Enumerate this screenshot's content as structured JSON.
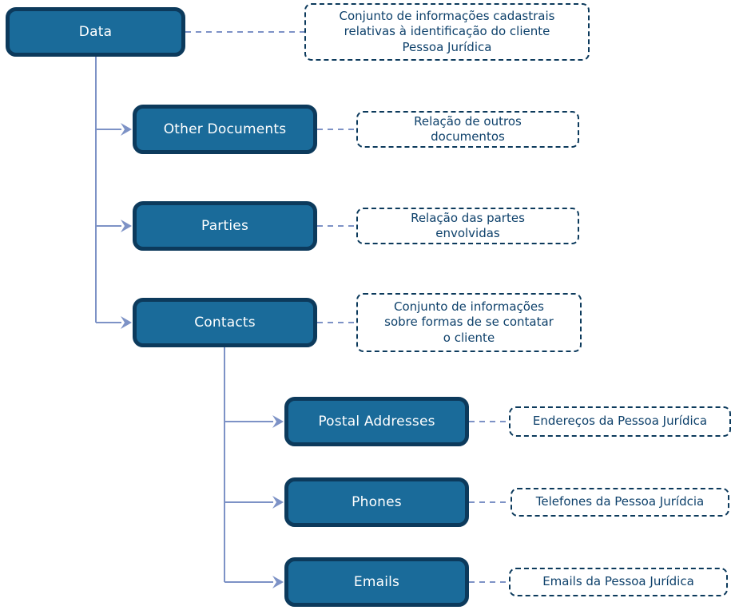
{
  "diagram": {
    "title": "Pessoa Jurídica data dictionary tree",
    "colors": {
      "node_fill": "#1a6b9a",
      "node_border": "#0c3a5c",
      "node_text": "#ffffff",
      "annotation_border": "#0c3a5c",
      "annotation_text": "#0e416b",
      "connector": "#7d92c6",
      "background": "#ffffff"
    },
    "nodes": [
      {
        "id": "data",
        "label": "Data",
        "parent": null
      },
      {
        "id": "other-documents",
        "label": "Other Documents",
        "parent": "data"
      },
      {
        "id": "parties",
        "label": "Parties",
        "parent": "data"
      },
      {
        "id": "contacts",
        "label": "Contacts",
        "parent": "data"
      },
      {
        "id": "postal-addresses",
        "label": "Postal Addresses",
        "parent": "contacts"
      },
      {
        "id": "phones",
        "label": "Phones",
        "parent": "contacts"
      },
      {
        "id": "emails",
        "label": "Emails",
        "parent": "contacts"
      }
    ],
    "annotations": [
      {
        "for": "data",
        "text": "Conjunto de informações cadastrais\nrelativas à identificação do cliente\nPessoa Jurídica"
      },
      {
        "for": "other-documents",
        "text": "Relação de outros\ndocumentos"
      },
      {
        "for": "parties",
        "text": "Relação das partes\nenvolvidas"
      },
      {
        "for": "contacts",
        "text": "Conjunto de informações\nsobre formas de se contatar\no cliente"
      },
      {
        "for": "postal-addresses",
        "text": "Endereços da Pessoa Jurídica"
      },
      {
        "for": "phones",
        "text": "Telefones da Pessoa Jurídcia"
      },
      {
        "for": "emails",
        "text": "Emails da Pessoa Jurídica"
      }
    ]
  }
}
